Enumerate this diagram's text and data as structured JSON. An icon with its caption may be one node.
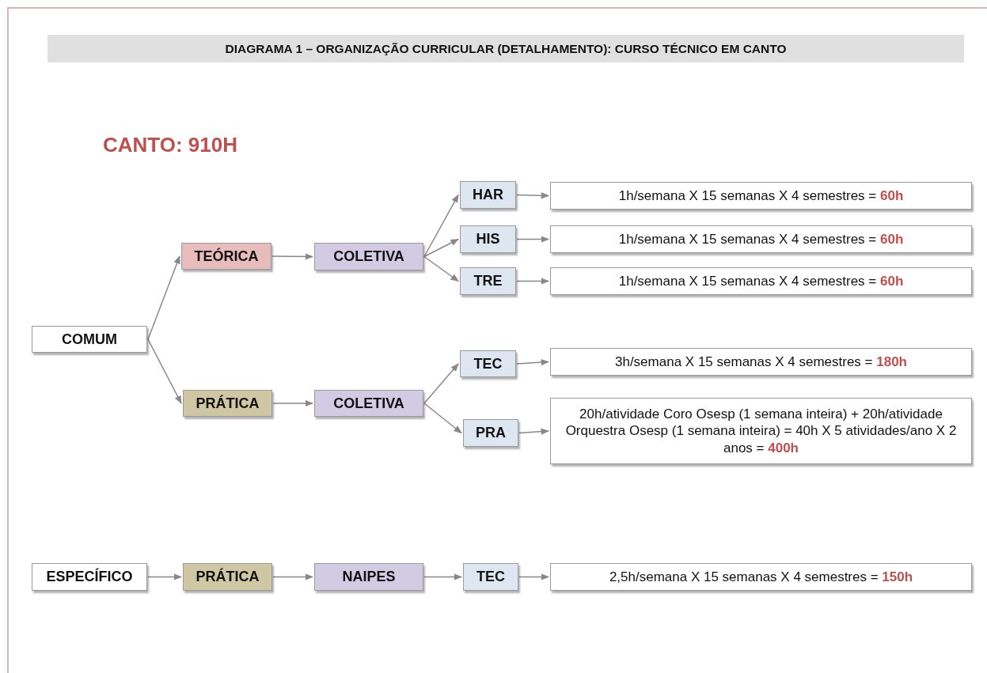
{
  "diagram": {
    "title": "DIAGRAMA 1 – ORGANIZAÇÃO CURRICULAR (DETALHAMENTO): CURSO TÉCNICO EM CANTO",
    "nodes": [
      {
        "text": [
          "COMUM"
        ]
      },
      {
        "text": [
          "TEÓRICA"
        ]
      },
      {
        "text": [
          "COLETIVA"
        ]
      },
      {
        "text": [
          "HAR"
        ]
      },
      {
        "text": [
          "HIS"
        ]
      },
      {
        "text": [
          "TRE"
        ]
      },
      {
        "text": [
          "1h/semana X 15 semanas X 4 semestres = **60h**"
        ]
      },
      {
        "text": [
          "1h/semana X 15 semanas X 4 semestres = **60h**"
        ]
      },
      {
        "text": [
          "1h/semana X 15 semanas X 4 semestres = **60h**"
        ]
      },
      {
        "text": [
          "PRÁTICA"
        ]
      },
      {
        "text": [
          "COLETIVA"
        ]
      },
      {
        "text": [
          "TEC"
        ]
      },
      {
        "text": [
          "PRA"
        ]
      },
      {
        "text": [
          "3h/semana X 15 semanas X 4 semestres = **180h**"
        ]
      },
      {
        "text": [
          "20h/atividade Coro Osesp (1 semana inteira) + 20h/atividade Orquestra Osesp (1 semana inteira) = 40h X 5 atividades/ano X 2 anos = **400h**"
        ]
      },
      {
        "text": [
          "ESPECÍFICO"
        ]
      },
      {
        "text": [
          "PRÁTICA"
        ]
      },
      {
        "text": [
          "NAIPES"
        ]
      },
      {
        "text": [
          "TEC"
        ]
      },
      {
        "text": [
          "2,5h/semana X 15 semanas X 4 semestres = **150h**"
        ]
      }
    ],
    "edges": [
      {
        "from": 0,
        "to": 1,
        "arrow": "to"
      },
      {
        "from": 1,
        "to": 2,
        "arrow": "to"
      },
      {
        "from": 2,
        "to": 3,
        "arrow": "to"
      },
      {
        "from": 2,
        "to": 4,
        "arrow": "to"
      },
      {
        "from": 2,
        "to": 5,
        "arrow": "to"
      },
      {
        "from": 3,
        "to": 6,
        "arrow": "to"
      },
      {
        "from": 4,
        "to": 7,
        "arrow": "to"
      },
      {
        "from": 5,
        "to": 8,
        "arrow": "to"
      },
      {
        "from": 0,
        "to": 9,
        "arrow": "to"
      },
      {
        "from": 9,
        "to": 10,
        "arrow": "to"
      },
      {
        "from": 10,
        "to": 11,
        "arrow": "to"
      },
      {
        "from": 10,
        "to": 12,
        "arrow": "to"
      },
      {
        "from": 11,
        "to": 13,
        "arrow": "to"
      },
      {
        "from": 12,
        "to": 14,
        "arrow": "to"
      },
      {
        "from": 15,
        "to": 16,
        "arrow": "to"
      },
      {
        "from": 16,
        "to": 17,
        "arrow": "to"
      },
      {
        "from": 17,
        "to": 18,
        "arrow": "to"
      },
      {
        "from": 18,
        "to": 19,
        "arrow": "to"
      }
    ],
    "labels": [
      "CANTO: 910H"
    ]
  }
}
